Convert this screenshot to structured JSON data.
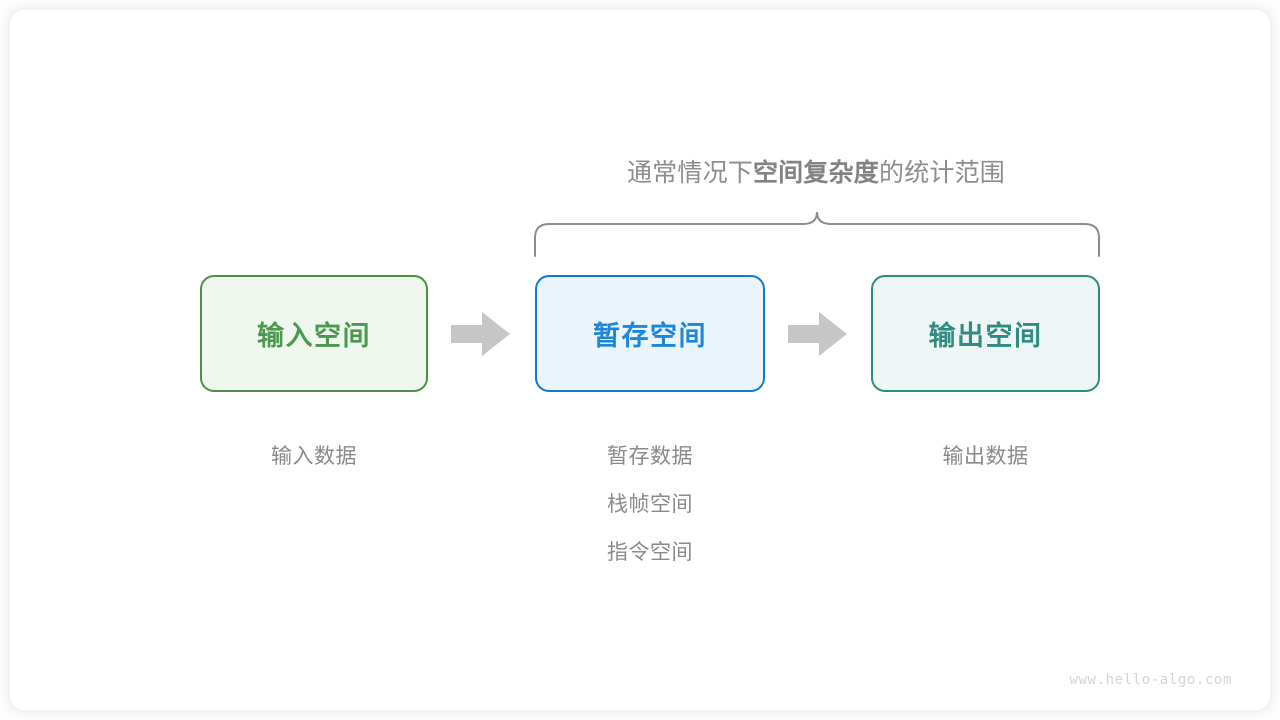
{
  "heading": {
    "prefix": "通常情况下",
    "emphasis": "空间复杂度",
    "suffix": "的统计范围"
  },
  "brace": {
    "name": "curly-brace",
    "color": "#8c8c8c",
    "spans_boxes": [
      "暂存空间",
      "输出空间"
    ]
  },
  "boxes": [
    {
      "id": "input-space",
      "label": "输入空间",
      "border_color": "#4e8f4b",
      "fill_color": "#eff6ee",
      "text_color": "#4a9a4d"
    },
    {
      "id": "temp-space",
      "label": "暂存空间",
      "border_color": "#1479cc",
      "fill_color": "#e9f4fd",
      "text_color": "#1e86d8"
    },
    {
      "id": "output-space",
      "label": "输出空间",
      "border_color": "#2e8b81",
      "fill_color": "#edf6f4",
      "text_color": "#2f8c82"
    }
  ],
  "arrows": [
    {
      "id": "arrow-input-to-temp",
      "icon": "arrow-right-icon",
      "color": "#c6c6c6"
    },
    {
      "id": "arrow-temp-to-output",
      "icon": "arrow-right-icon",
      "color": "#c6c6c6"
    }
  ],
  "captions": {
    "input": [
      "输入数据"
    ],
    "temp": [
      "暂存数据",
      "栈帧空间",
      "指令空间"
    ],
    "output": [
      "输出数据"
    ],
    "text_color": "#8a8a8a"
  },
  "watermark": "www.hello-algo.com"
}
